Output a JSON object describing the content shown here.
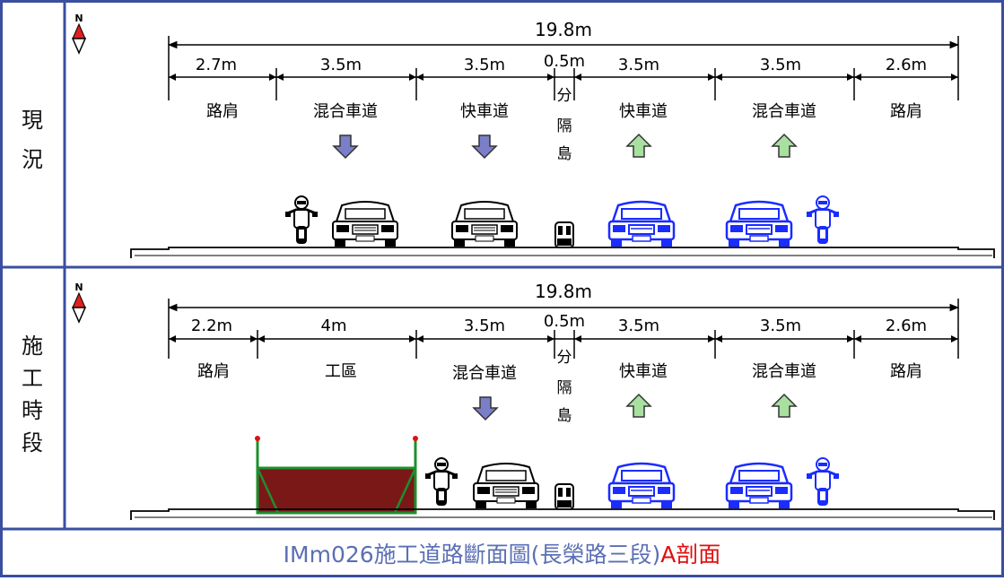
{
  "sections": [
    {
      "label_chars": [
        "現",
        "況"
      ],
      "total": "19.8m",
      "widths": [
        "2.7m",
        "3.5m",
        "3.5m",
        "0.5m",
        "3.5m",
        "3.5m",
        "2.6m"
      ],
      "lanes": [
        "路肩",
        "混合車道",
        "快車道",
        "快車道",
        "混合車道",
        "路肩"
      ],
      "median_chars": [
        "分",
        "隔",
        "島"
      ]
    },
    {
      "label_chars": [
        "施",
        "工",
        "時",
        "段"
      ],
      "total": "19.8m",
      "widths": [
        "2.2m",
        "4m",
        "3.5m",
        "0.5m",
        "3.5m",
        "3.5m",
        "2.6m"
      ],
      "lanes": [
        "路肩",
        "工區",
        "混合車道",
        "快車道",
        "混合車道",
        "路肩"
      ],
      "median_chars": [
        "分",
        "隔",
        "島"
      ]
    }
  ],
  "north_label": "N",
  "caption": {
    "main": "IMm026施工道路斷面圖(長榮路三段)",
    "highlight": "A剖面"
  },
  "colors": {
    "border": "#3a4fa0",
    "down_arrow": "#7a7fc8",
    "up_arrow": "#a8e0a0",
    "blue_car": "#1a2cff",
    "work_zone": "#7a1818",
    "work_zone_frame": "#1e8f2e",
    "caption": "#5b6fb5",
    "caption_highlight": "#e01010"
  }
}
